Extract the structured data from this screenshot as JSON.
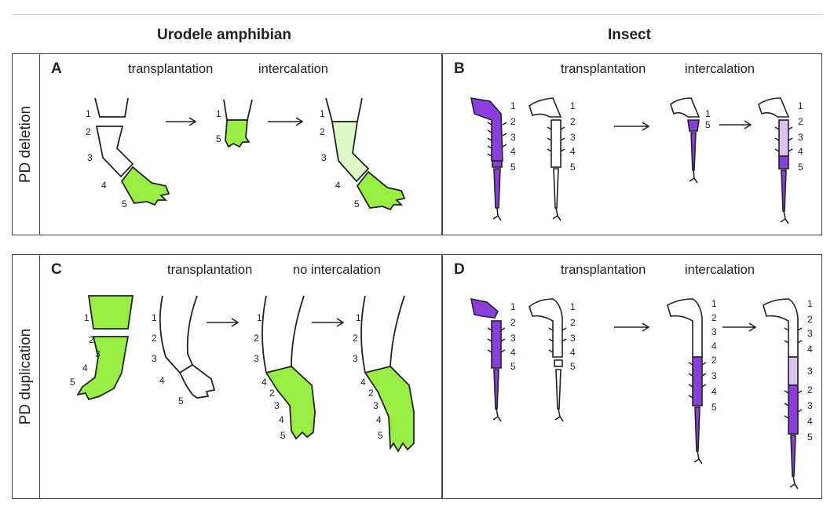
{
  "columns": {
    "left_title": "Urodele amphibian",
    "right_title": "Insect"
  },
  "rows": [
    {
      "label": "PD deletion"
    },
    {
      "label": "PD duplication"
    }
  ],
  "panels": {
    "A": {
      "letter": "A",
      "step1": "transplantation",
      "step2": "intercalation"
    },
    "B": {
      "letter": "B",
      "step1": "transplantation",
      "step2": "intercalation"
    },
    "C": {
      "letter": "C",
      "step1": "transplantation",
      "step2": "no intercalation"
    },
    "D": {
      "letter": "D",
      "step1": "transplantation",
      "step2": "intercalation"
    }
  },
  "segment_numbers": {
    "A1": [
      "1",
      "2",
      "3",
      "4",
      "5"
    ],
    "A2": [
      "1",
      "5"
    ],
    "A3": [
      "1",
      "2",
      "3",
      "4",
      "5"
    ],
    "B1": [
      "1",
      "2",
      "3",
      "4",
      "5"
    ],
    "B2": [
      "1",
      "2",
      "3",
      "4",
      "5"
    ],
    "B3": [
      "1",
      "5"
    ],
    "B4": [
      "1",
      "2",
      "3",
      "4",
      "5"
    ],
    "C1": [
      "1",
      "2",
      "3",
      "4",
      "5"
    ],
    "C2": [
      "1",
      "2",
      "3",
      "4",
      "5"
    ],
    "C3": [
      "1",
      "2",
      "3",
      "4",
      "2",
      "3",
      "4",
      "5"
    ],
    "C4": [
      "1",
      "2",
      "3",
      "4",
      "2",
      "3",
      "4",
      "5"
    ],
    "D1": [
      "1",
      "2",
      "3",
      "4",
      "5"
    ],
    "D2": [
      "1",
      "2",
      "3",
      "4",
      "5"
    ],
    "D3": [
      "1",
      "2",
      "3",
      "4",
      "2",
      "3",
      "4",
      "5"
    ],
    "D4": [
      "1",
      "2",
      "3",
      "4",
      "3",
      "2",
      "3",
      "4",
      "5"
    ]
  },
  "colors": {
    "amphibian_green": "#99ee44",
    "amphibian_intercalated": "#dff8c8",
    "insect_purple": "#8a3fdd",
    "insect_intercalated": "#d9c4f0",
    "outline": "#222222"
  }
}
